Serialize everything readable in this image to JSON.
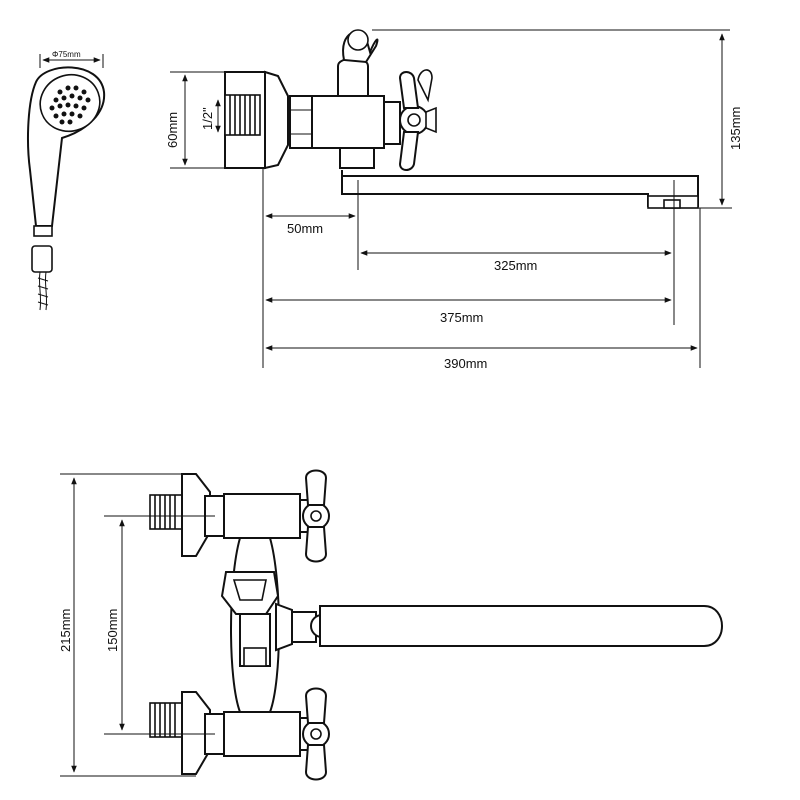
{
  "dimensions": {
    "shower_head_diameter": "Φ75mm",
    "inlet_height": "60mm",
    "thread_size": "1/2\"",
    "overall_height_side": "135mm",
    "body_offset": "50mm",
    "spout_reach": "325mm",
    "outlet_distance": "375mm",
    "overall_length": "390mm",
    "front_height": "215mm",
    "inlet_centers": "150mm"
  },
  "colors": {
    "line": "#111111",
    "background": "#ffffff"
  }
}
